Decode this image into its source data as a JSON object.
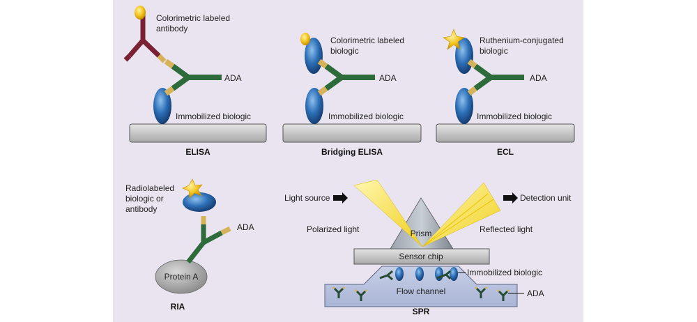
{
  "elisa": {
    "label_top": "Colorimetric labeled",
    "label_top2": "antibody",
    "ada": "ADA",
    "immobilized": "Immobilized biologic",
    "caption": "ELISA"
  },
  "bridging": {
    "label_top": "Colorimetric labeled",
    "label_top2": "biologic",
    "ada": "ADA",
    "immobilized": "Immobilized biologic",
    "caption": "Bridging ELISA"
  },
  "ecl": {
    "label_top": "Ruthenium-conjugated",
    "label_top2": "biologic",
    "ada": "ADA",
    "immobilized": "Immobilized biologic",
    "caption": "ECL"
  },
  "ria": {
    "label1": "Radiolabeled",
    "label2": "biologic or",
    "label3": "antibody",
    "ada": "ADA",
    "protein": "Protein A",
    "caption": "RIA"
  },
  "spr": {
    "light_source": "Light source",
    "detection": "Detection unit",
    "polarized": "Polarized light",
    "reflected": "Reflected light",
    "prism": "Prism",
    "sensor": "Sensor chip",
    "immobilized": "Immobilized biologic",
    "flow": "Flow channel",
    "ada": "ADA",
    "caption": "SPR"
  },
  "colors": {
    "background": "#e9e4ef",
    "biologic_blue": "#2c6fb6",
    "antibody_green": "#2e6b3a",
    "labeled_antibody": "#7a2233",
    "label_gold": "#f2c21b",
    "surface_grey": "#c8c8c8",
    "light_yellow": "#f6e15a"
  }
}
